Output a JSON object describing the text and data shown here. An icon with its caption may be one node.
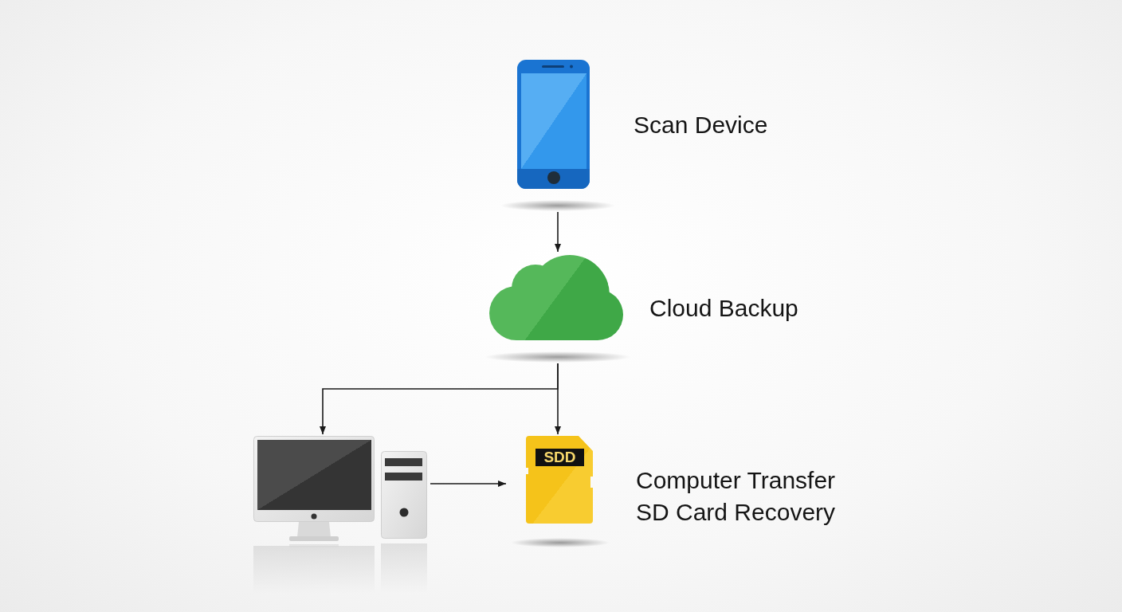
{
  "diagram": {
    "nodes": [
      {
        "text": [],
        "shape": "picture",
        "beside": [
          "Scan Device"
        ]
      },
      {
        "text": [],
        "shape": "cloud",
        "beside": [
          "Cloud Backup"
        ]
      },
      {
        "text": [],
        "shape": "picture"
      },
      {
        "text": [
          "SDD"
        ],
        "beside": [
          "Computer Transfer",
          "SD Card Recovery"
        ]
      }
    ],
    "edges": [
      {
        "from": 0,
        "to": 1,
        "arrow": "to"
      },
      {
        "from": 1,
        "to": 2,
        "arrow": "to"
      },
      {
        "from": 1,
        "to": 3,
        "arrow": "to"
      },
      {
        "from": 2,
        "to": 3,
        "arrow": "to"
      }
    ]
  }
}
